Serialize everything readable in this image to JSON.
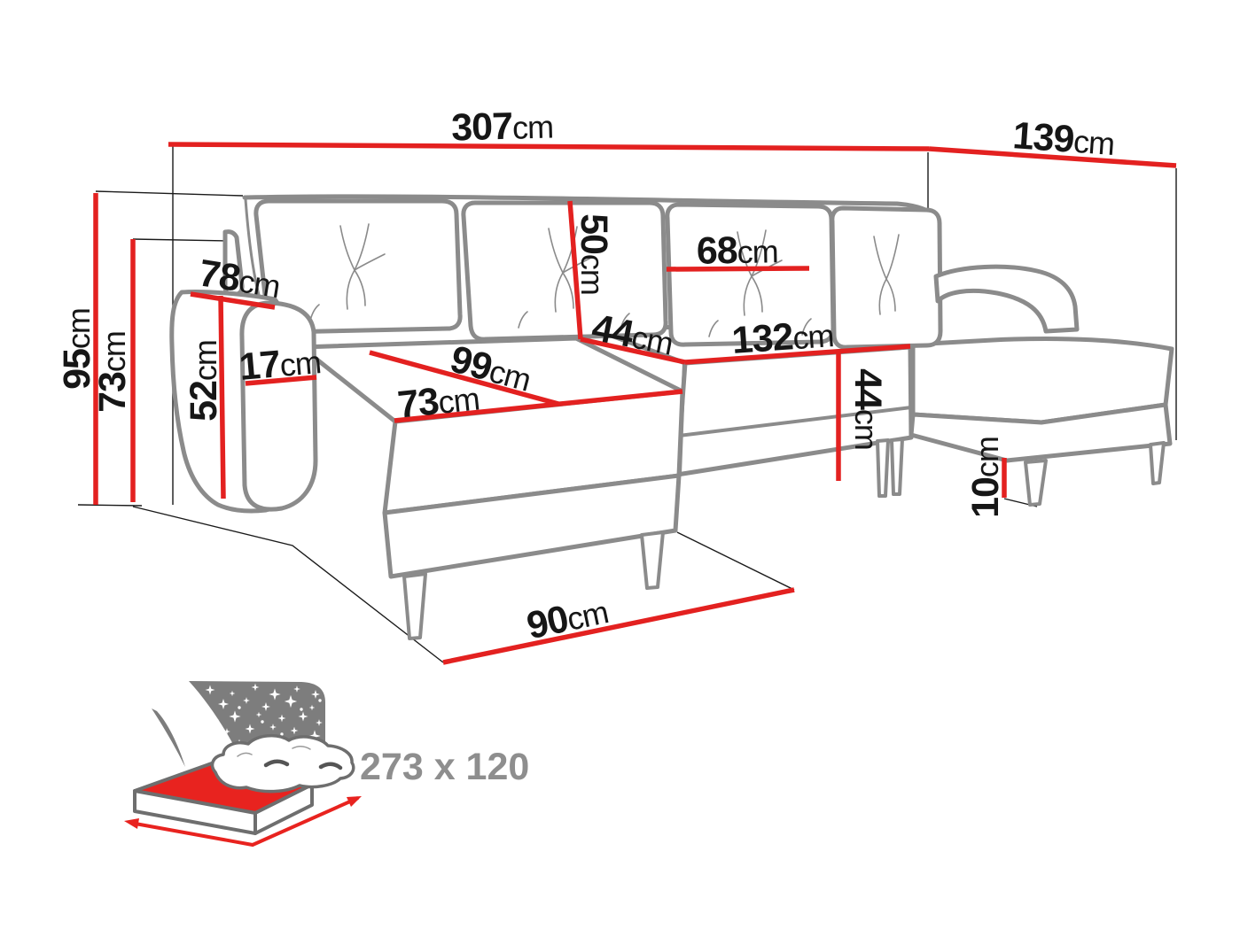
{
  "diagram": {
    "title": "corner-sofa-dimensions-diagram",
    "colors": {
      "dimension_red": "#e32120",
      "sofa_outline_gray": "#8b8b8b",
      "label_black": "#161616",
      "icon_gray": "#7d7d7d",
      "sleep_text_gray": "#8e8e8e",
      "bed_mattress_red": "#e8231f"
    },
    "unit": "cm",
    "dimensions": {
      "width_total": {
        "value": "307",
        "unit": "cm"
      },
      "depth_total": {
        "value": "139",
        "unit": "cm"
      },
      "height_total": {
        "value": "95",
        "unit": "cm"
      },
      "height_backrest": {
        "value": "73",
        "unit": "cm"
      },
      "arm_depth": {
        "value": "78",
        "unit": "cm"
      },
      "arm_height": {
        "value": "52",
        "unit": "cm"
      },
      "arm_width": {
        "value": "17",
        "unit": "cm"
      },
      "chaise_depth": {
        "value": "99",
        "unit": "cm"
      },
      "chaise_width": {
        "value": "73",
        "unit": "cm"
      },
      "back_cushion_height": {
        "value": "50",
        "unit": "cm"
      },
      "back_cushion_width": {
        "value": "68",
        "unit": "cm"
      },
      "seat_depth": {
        "value": "44",
        "unit": "cm"
      },
      "middle_seat_width": {
        "value": "132",
        "unit": "cm"
      },
      "seat_height": {
        "value": "44",
        "unit": "cm"
      },
      "leg_height": {
        "value": "10",
        "unit": "cm"
      },
      "chaise_floor_length": {
        "value": "90",
        "unit": "cm"
      }
    },
    "sleeping_area": {
      "icon": "sofa-bed-sleeping-area-icon",
      "label": "273 x 120"
    }
  }
}
